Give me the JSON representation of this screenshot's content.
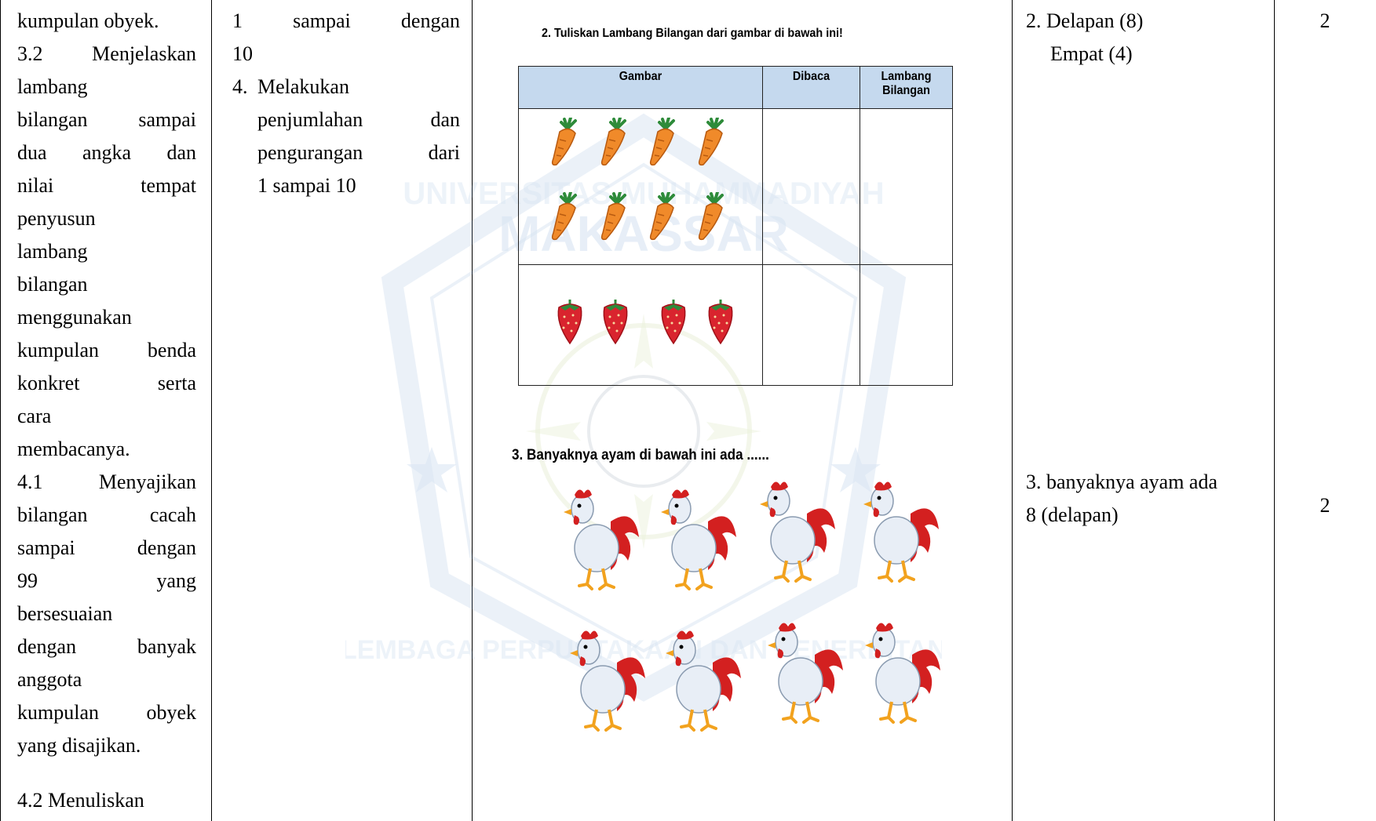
{
  "col1": {
    "lines": [
      {
        "text": "kumpulan obyek.",
        "j": false
      },
      {
        "text": "3.2 Menjelaskan",
        "j": true
      },
      {
        "text": "lambang",
        "j": false
      },
      {
        "text": "bilangan sampai",
        "j": true
      },
      {
        "text": "dua angka dan",
        "j": true
      },
      {
        "text": "nilai tempat",
        "j": true
      },
      {
        "text": "penyusun",
        "j": false
      },
      {
        "text": "lambang",
        "j": false
      },
      {
        "text": "bilangan",
        "j": false
      },
      {
        "text": "menggunakan",
        "j": false
      },
      {
        "text": "kumpulan benda",
        "j": true
      },
      {
        "text": "konkret serta",
        "j": true
      },
      {
        "text": "cara",
        "j": false
      },
      {
        "text": "membacanya.",
        "j": false
      },
      {
        "text": "4.1 Menyajikan",
        "j": true
      },
      {
        "text": "bilangan cacah",
        "j": true
      },
      {
        "text": "sampai dengan",
        "j": true
      },
      {
        "text": "99 yang",
        "j": true
      },
      {
        "text": "bersesuaian",
        "j": false
      },
      {
        "text": "dengan banyak",
        "j": true
      },
      {
        "text": "anggota",
        "j": false
      },
      {
        "text": "kumpulan obyek",
        "j": true
      },
      {
        "text": "yang disajikan.",
        "j": false
      }
    ],
    "last": "4.2 Menuliskan"
  },
  "col2": {
    "lines": [
      {
        "text": "1 sampai dengan",
        "j": true
      },
      {
        "text": "10",
        "j": false
      }
    ],
    "item_number": "4.",
    "item_lines": [
      {
        "text": "Melakukan",
        "j": false
      },
      {
        "text": "penjumlahan dan",
        "j": true
      },
      {
        "text": "pengurangan dari",
        "j": true
      },
      {
        "text": "1 sampai 10",
        "j": false
      }
    ]
  },
  "worksheet": {
    "q2_title": "2.  Tuliskan Lambang Bilangan dari gambar di bawah ini!",
    "headers": {
      "gambar": "Gambar",
      "dibaca": "Dibaca",
      "lambang1": "Lambang",
      "lambang2": "Bilangan"
    },
    "q3_title": "3.  Banyaknya ayam di bawah ini ada ......",
    "carrot_count": 8,
    "strawberry_count": 4,
    "rooster_count": 8
  },
  "col4": {
    "answer2_line1": "2. Delapan (8)",
    "answer2_line2": "Empat (4)",
    "answer3_line1": "3. banyaknya ayam ada",
    "answer3_line2": "8 (delapan)"
  },
  "col5": {
    "score2": "2",
    "score3": "2"
  },
  "watermark": {
    "text_top": "UNIVERSITAS MUHAMMADIYAH",
    "text_mid": "MAKASSAR",
    "text_bottom": "LEMBAGA PERPUSTAKAAN DAN PENERBITAN"
  },
  "colors": {
    "header_fill": "#c5d9ee",
    "watermark": "#8fb3da",
    "carrot": "#f08a2a",
    "leaf": "#2e8b3a",
    "strawberry": "#d9242e",
    "rooster_red": "#d32020"
  }
}
